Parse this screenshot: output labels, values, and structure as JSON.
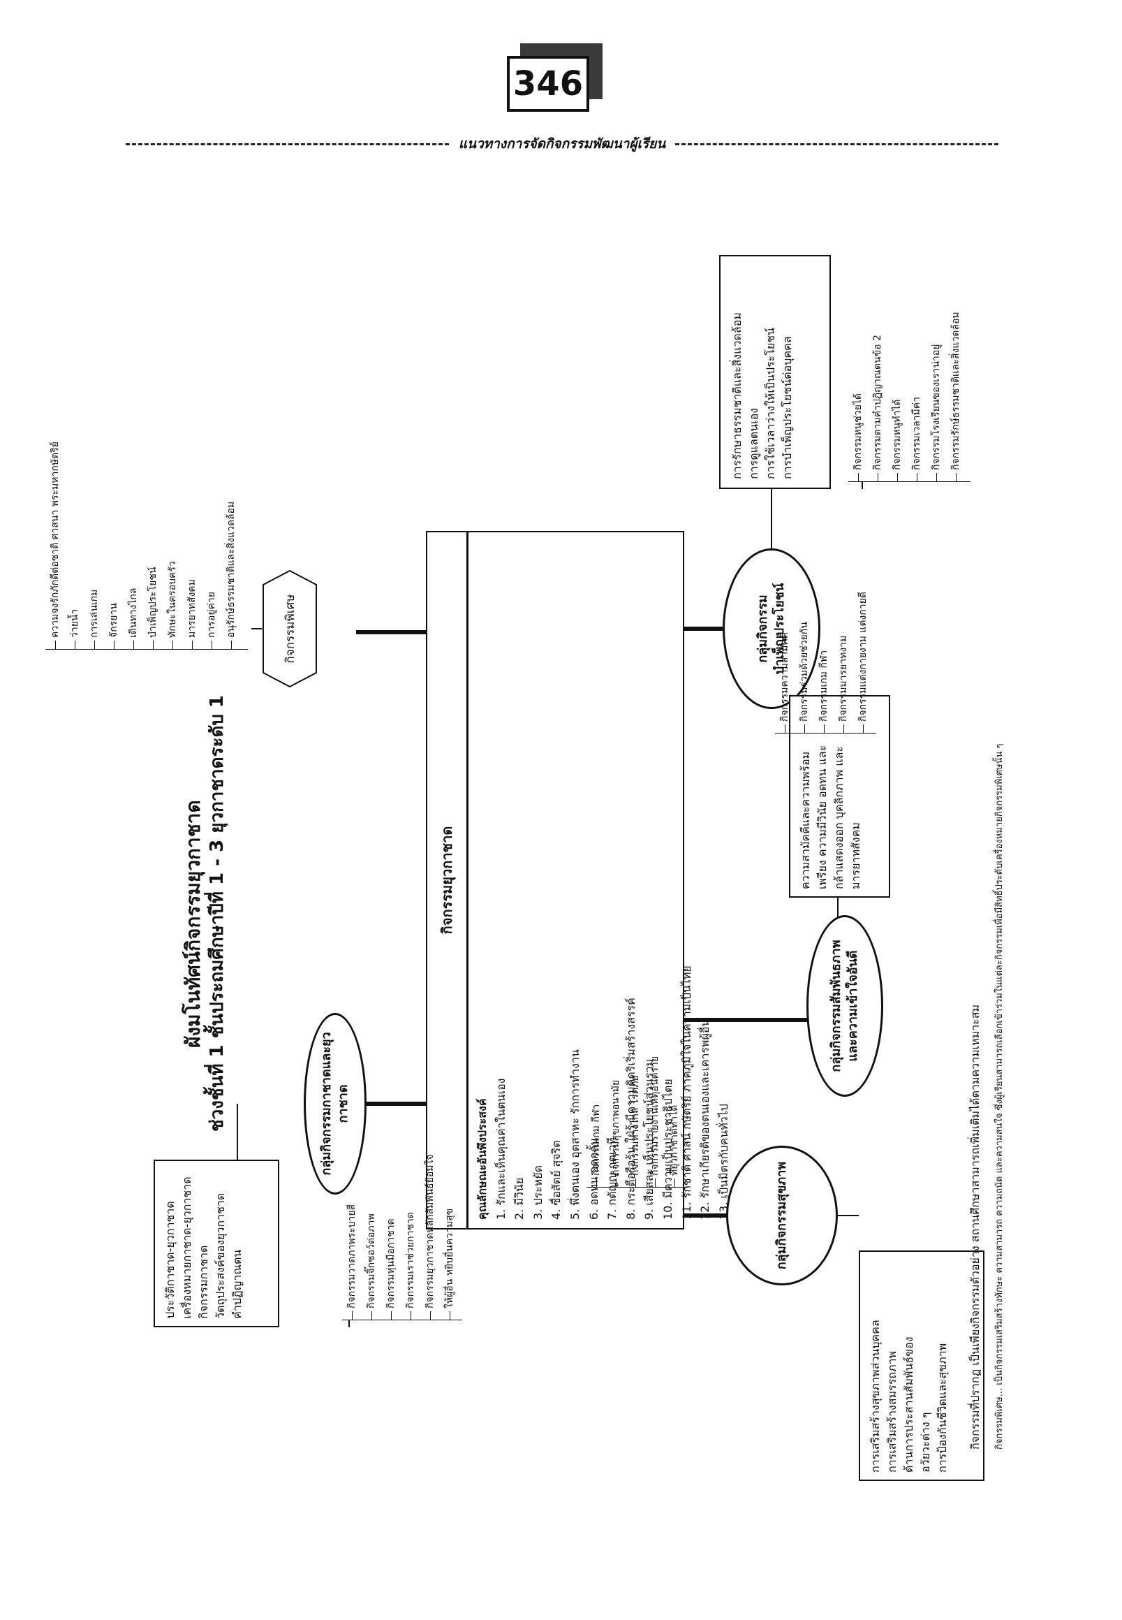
{
  "page_number": "346",
  "header": {
    "title": "แนวทางการจัดกิจกรรมพัฒนาผู้เรียน"
  },
  "titles": {
    "line1": "ผังมโนทัศน์กิจกรรมยุวกาชาด",
    "line2": "ช่วงชั้นที่ 1 ชั้นประถมศึกษาปีที่ 1 - 3 ยุวกาชาดระดับ 1"
  },
  "center": {
    "title": "กิจกรรมยุวกาชาด",
    "subtitle": "คุณลักษณะอันพึงประสงค์",
    "items": [
      "1. รักและเห็นคุณค่าในตนเอง",
      "2. มีวินัย",
      "3. ประหยัด",
      "4. ซื่อสัตย์ สุจริต",
      "5. พึ่งตนเอง อุตสาหะ รักการทำงาน",
      "6. อดทน อดกลั้น",
      "7. กตัญญู กตเวที",
      "8. กระตือรือร้น ใฝ่รู้ มีความคิดริเริ่มสร้างสรรค์",
      "9. เสียสละ เห็นประโยชน์ส่วนรวม",
      "10. มีความเป็นประชาธิปไตย",
      "11. รักชาติ ศาสน์ กษัตริย์ ภาคภูมิใจในความเป็นไทย",
      "12. รักษาเกียรติของตนเองและเคารพผู้อื่น",
      "13. เป็นมิตรกับคนทั่วไป"
    ]
  },
  "groups": {
    "history": {
      "label": "กลุ่มกิจกรรมกาชาดและยุวกาชาด",
      "box": [
        "ประวัติกาชาด-ยุวกาชาด",
        "เครื่องหมายกาชาด-ยุวกาชาด",
        "กิจกรรมกาชาด",
        "วัตถุประสงค์ของยุวกาชาด",
        "คำปฏิญาณตน"
      ],
      "leaves": [
        "กิจกรรมวาดภาพระบายสี",
        "กิจกรรมจิ๊กซอว์ต่อภาพ",
        "กิจกรรมหุ่นมือกาชาด",
        "กิจกรรมเราช่วยกาชาด",
        "กิจกรรมยุวกาชาดหลักสัมพันธ์ย้อมใจ",
        "ให้ผู้อื่น หยิบยื่นความสุข"
      ]
    },
    "special": {
      "label": "กิจกรรมพิเศษ",
      "leaves": [
        "ความจงรักภักดีต่อชาติ ศาสนา พระมหากษัตริย์",
        "ว่ายน้ำ",
        "การเล่นเกม",
        "จักรยาน",
        "เดินทางไกล",
        "บำเพ็ญประโยชน์",
        "ทักษะในครอบครัว",
        "มารยาทสังคม",
        "การอยู่ค่าย",
        "อนุรักษ์ธรรมชาติและสิ่งแวดล้อม"
      ]
    },
    "service": {
      "label1": "กลุ่มกิจกรรม",
      "label2": "บำเพ็ญประโยชน์",
      "box": [
        "การรักษาธรรมชาติและสิ่งแวดล้อม",
        "การดูแลตนเอง",
        "การใช้เวลาว่างให้เป็นประโยชน์",
        "การบำเพ็ญประโยชน์ต่อบุคคล"
      ],
      "leaves": [
        "กิจกรรมหนูช่วยได้",
        "กิจกรรมตามคำปฏิญาณตนข้อ 2",
        "กิจกรรมหนูทำได้",
        "กิจกรรมเวลามีค่า",
        "กิจกรรมโรงเรียนของเราน่าอยู่",
        "กิจกรรมรักษ์ธรรมชาติและสิ่งแวดล้อม"
      ]
    },
    "health": {
      "label": "กลุ่มกิจกรรมสุขภาพ",
      "box": [
        "การเสริมสร้างสุขภาพส่วนบุคคล",
        "การเสริมสร้างสมรรถภาพ",
        "ด้านการประสานสัมพันธ์ของ",
        "อวัยวะต่าง ๆ",
        "การป้องกันชีวิตและสุขภาพ"
      ],
      "leaves": [
        "กิจกรรมเกม กีฬา",
        "กิจกรรมสุขภาพอนามัย",
        "กิจกรรมห่างไกล โรคภัย",
        "กิจกรรมรายงานเหตุอันตราย",
        "ที่ยุวกาชาดทำได้"
      ]
    },
    "relations": {
      "label1": "กลุ่มกิจกรรมสัมพันธภาพ",
      "label2": "และความเข้าใจอันดี",
      "box": [
        "ความสามัคคีและความพร้อม",
        "เพรียง ความมีวินัย อดทน และ",
        "กล้าแสดงออก บุคลิกภาพ และ",
        "มารยาทสังคม"
      ],
      "leaves": [
        "กิจกรรมความสามัคคี",
        "กิจกรรมร่วมด้วยช่วยกัน",
        "กิจกรรมเกม กีฬา",
        "กิจกรรมมารยาทงาม",
        "กิจกรรมแต่งกายงาม แต่งกายดี"
      ]
    }
  },
  "footnotes": [
    "กิจกรรมที่ปรากฏ เป็นเพียงกิจกรรมตัวอย่าง สถานศึกษาสามารถเพิ่มเติมได้ตามความเหมาะสม",
    "กิจกรรมพิเศษ... เป็นกิจกรรมเสริมสร้างทักษะ ความสามารถ ความถนัด และความสนใจ ซึ่งผู้เรียนสามารถเลือกเข้าร่วมในแต่ละกิจกรรมเพื่อมีสิทธิ์ประดับเครื่องหมายกิจกรรมพิเศษนั้น ๆ"
  ]
}
